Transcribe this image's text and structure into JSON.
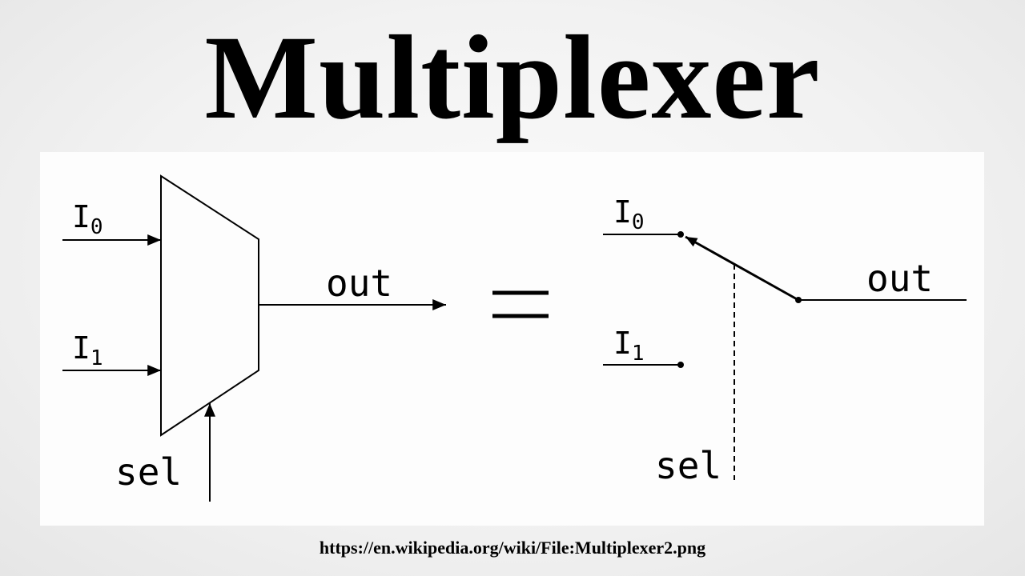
{
  "slide": {
    "title": "Multiplexer",
    "source_url": "https://en.wikipedia.org/wiki/File:Multiplexer2.png"
  },
  "diagram": {
    "mux_symbol": {
      "input_0": {
        "letter": "I",
        "subscript": "0"
      },
      "input_1": {
        "letter": "I",
        "subscript": "1"
      },
      "output_label": "out",
      "select_label": "sel"
    },
    "equals_sign": "=",
    "switch_model": {
      "input_0": {
        "letter": "I",
        "subscript": "0"
      },
      "input_1": {
        "letter": "I",
        "subscript": "1"
      },
      "output_label": "out",
      "select_label": "sel"
    }
  }
}
